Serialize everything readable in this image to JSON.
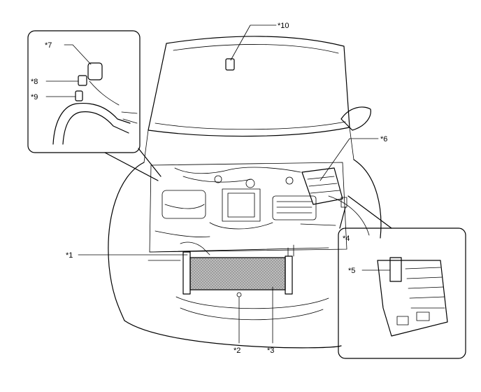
{
  "callouts": {
    "c1": "*1",
    "c2": "*2",
    "c3": "*3",
    "c4": "*4",
    "c5": "*5",
    "c6": "*6",
    "c7": "*7",
    "c8": "*8",
    "c9": "*9",
    "c10": "*10"
  },
  "colors": {
    "line": "#000000",
    "condenser_fill": "#c8c8c8",
    "background": "#ffffff"
  }
}
